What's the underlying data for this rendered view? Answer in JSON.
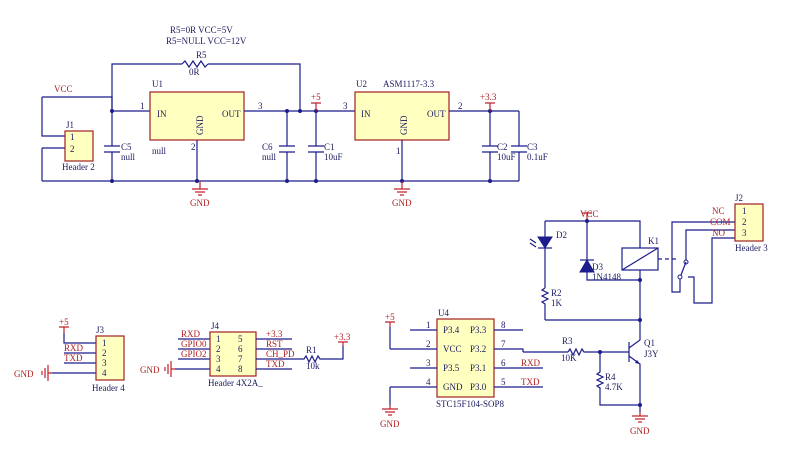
{
  "note": {
    "r5_0r": "R5=0R  VCC=5V",
    "r5_null": "R5=NULL  VCC=12V"
  },
  "power": {
    "vcc": "VCC",
    "p5": "+5",
    "p33": "+3.3",
    "gnd": "GND"
  },
  "u1": {
    "ref": "U1",
    "in": "IN",
    "out": "OUT",
    "gnd": "GND",
    "value": "null",
    "pin1": "1",
    "pin2": "2",
    "pin3": "3"
  },
  "u2": {
    "ref": "U2",
    "part": "ASM1117-3.3",
    "in": "IN",
    "out": "OUT",
    "gnd": "GND",
    "pin1": "1",
    "pin2": "2",
    "pin3": "3"
  },
  "r5": {
    "ref": "R5",
    "value": "0R"
  },
  "c5": {
    "ref": "C5",
    "value": "null"
  },
  "c6": {
    "ref": "C6",
    "value": "null"
  },
  "c1": {
    "ref": "C1",
    "value": "10uF"
  },
  "c2": {
    "ref": "C2",
    "value": "10uF"
  },
  "c3": {
    "ref": "C3",
    "value": "0.1uF"
  },
  "j1": {
    "ref": "J1",
    "pin1": "1",
    "pin2": "2",
    "name": "Header 2"
  },
  "j2": {
    "ref": "J2",
    "pin1": "1",
    "pin2": "2",
    "pin3": "3",
    "name": "Header 3",
    "nc": "NC",
    "com": "COM",
    "no": "NO"
  },
  "j3": {
    "ref": "J3",
    "pins": [
      "1",
      "2",
      "3",
      "4"
    ],
    "name": "Header 4",
    "rxd": "RXD",
    "txd": "TXD"
  },
  "j4": {
    "ref": "J4",
    "pins": [
      "1",
      "5",
      "2",
      "6",
      "3",
      "7",
      "4",
      "8"
    ],
    "name": "Header 4X2A_",
    "left": [
      "RXD",
      "GPIO0",
      "GPIO2"
    ],
    "right": [
      "+3.3",
      "RST",
      "CH_PD",
      "TXD"
    ]
  },
  "r1": {
    "ref": "R1",
    "value": "10k"
  },
  "d2": {
    "ref": "D2"
  },
  "d3": {
    "ref": "D3",
    "value": "1N4148"
  },
  "r2": {
    "ref": "R2",
    "value": "1K"
  },
  "k1": {
    "ref": "K1"
  },
  "q1": {
    "ref": "Q1",
    "value": "J3Y"
  },
  "r3": {
    "ref": "R3",
    "value": "10K"
  },
  "r4": {
    "ref": "R4",
    "value": "4.7K"
  },
  "u4": {
    "ref": "U4",
    "part": "STC15F104-SOP8",
    "left": [
      "P3.4",
      "VCC",
      "P3.5",
      "GND"
    ],
    "right": [
      "P3.3",
      "P3.2",
      "P3.1",
      "P3.0"
    ],
    "lpins": [
      "1",
      "2",
      "3",
      "4"
    ],
    "rpins": [
      "8",
      "7",
      "6",
      "5"
    ],
    "rxd": "RXD",
    "txd": "TXD"
  }
}
